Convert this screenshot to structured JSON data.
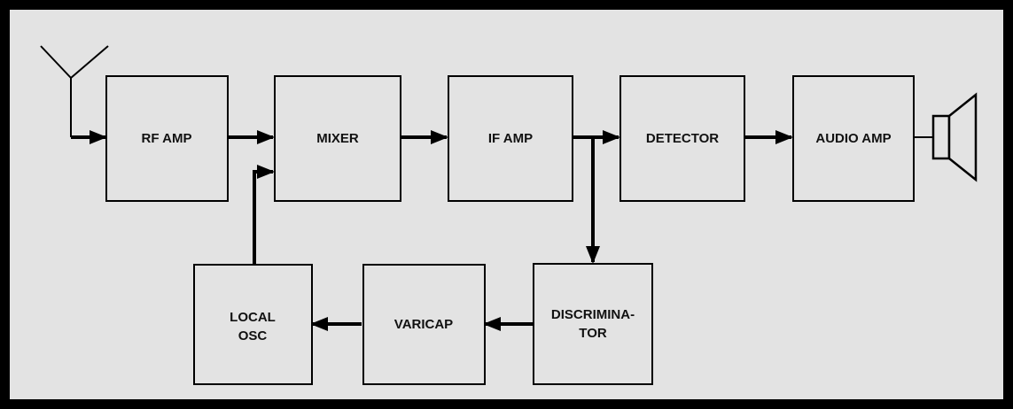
{
  "diagram": {
    "colors": {
      "panel": "#e3e3e3",
      "border": "#000000",
      "block_fill": "#e3e3e3",
      "line": "#000000",
      "text": "#111111"
    },
    "blocks": {
      "rf_amp": {
        "lines": [
          "RF AMP"
        ]
      },
      "mixer": {
        "lines": [
          "MIXER"
        ]
      },
      "if_amp": {
        "lines": [
          "IF AMP"
        ]
      },
      "detector": {
        "lines": [
          "DETECTOR"
        ]
      },
      "audio_amp": {
        "lines": [
          "AUDIO AMP"
        ]
      },
      "local_osc": {
        "lines": [
          "LOCAL",
          "OSC"
        ]
      },
      "varicap": {
        "lines": [
          "VARICAP"
        ]
      },
      "discriminator": {
        "lines": [
          "DISCRIMINA-",
          "TOR"
        ]
      }
    },
    "signal_flow": [
      {
        "from": "antenna-icon",
        "to": "rf_amp"
      },
      {
        "from": "rf_amp",
        "to": "mixer"
      },
      {
        "from": "mixer",
        "to": "if_amp"
      },
      {
        "from": "if_amp",
        "to": "detector"
      },
      {
        "from": "detector",
        "to": "audio_amp"
      },
      {
        "from": "audio_amp",
        "to": "speaker-icon"
      },
      {
        "from": "if_amp",
        "to": "discriminator"
      },
      {
        "from": "discriminator",
        "to": "varicap"
      },
      {
        "from": "varicap",
        "to": "local_osc"
      },
      {
        "from": "local_osc",
        "to": "mixer"
      }
    ]
  }
}
